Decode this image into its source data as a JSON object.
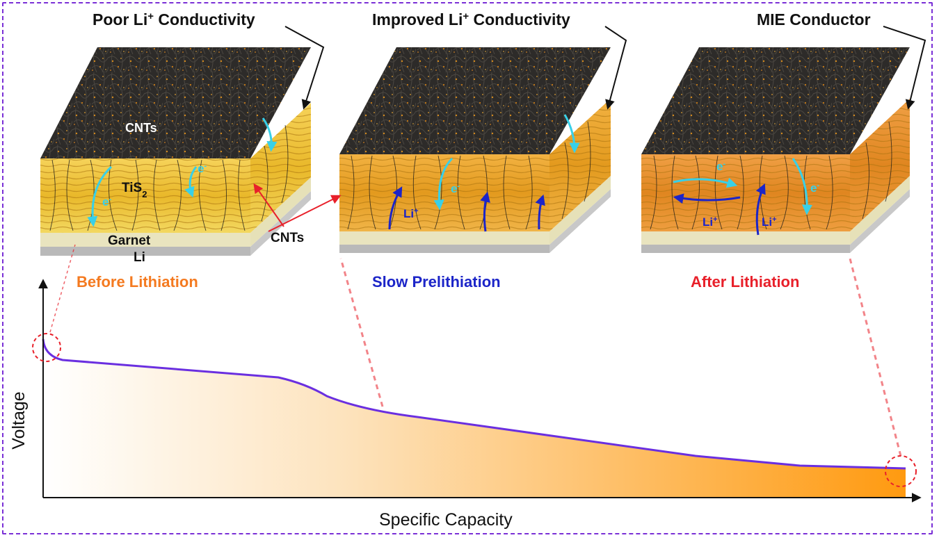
{
  "panels": [
    {
      "title_base": "Poor Li",
      "title_sup": "+",
      "title_rest": " Conductivity",
      "stage": "Before Lithiation"
    },
    {
      "title_base": "Improved Li",
      "title_sup": "+",
      "title_rest": " Conductivity",
      "stage": "Slow Prelithiation"
    },
    {
      "title_base": "MIE Conductor",
      "title_sup": "",
      "title_rest": "",
      "stage": "After Lithiation"
    }
  ],
  "labels": {
    "cnts_top": "CNTs",
    "tis_base": "TiS",
    "tis_sub": "2",
    "garnet": "Garnet",
    "li_metal": "Li",
    "cnts_callout": "CNTs",
    "electron_base": "e",
    "electron_sup": "-",
    "ion_base": "Li",
    "ion_sup": "+"
  },
  "axes": {
    "x_label": "Specific Capacity",
    "y_label": "Voltage"
  },
  "colors": {
    "frame": "#7a2fd6",
    "stage_before": "#f47a20",
    "stage_slow": "#1c25c8",
    "stage_after": "#e8202a",
    "curve": "#6a2fe0",
    "fill": "#ff9a10",
    "electron_arrow": "#38d0e8",
    "ion_arrow": "#1c25c8",
    "callout_arrow": "#e8202a"
  }
}
